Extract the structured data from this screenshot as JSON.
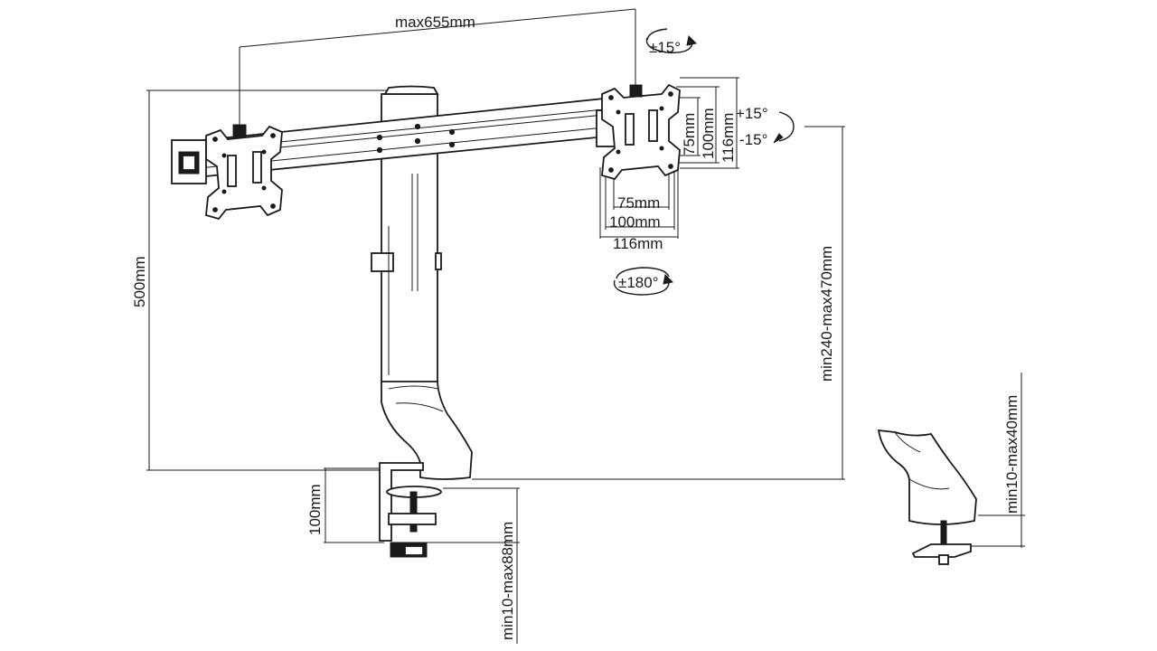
{
  "labels": {
    "max_width": "max655mm",
    "tilt_top": "±15°",
    "height": "500mm",
    "vesa_v_75": "75mm",
    "vesa_v_100": "100mm",
    "vesa_v_116": "116mm",
    "swivel_up": "+15°",
    "swivel_down": "-15°",
    "vesa_h_75": "75mm",
    "vesa_h_100": "100mm",
    "vesa_h_116": "116mm",
    "rotate": "±180°",
    "pole_range": "min240-max470mm",
    "clamp_depth": "100mm",
    "clamp_range": "min10-max88mm",
    "grommet_range": "min10-max40mm"
  },
  "colors": {
    "line": "#1a1a1a",
    "background": "#ffffff"
  }
}
